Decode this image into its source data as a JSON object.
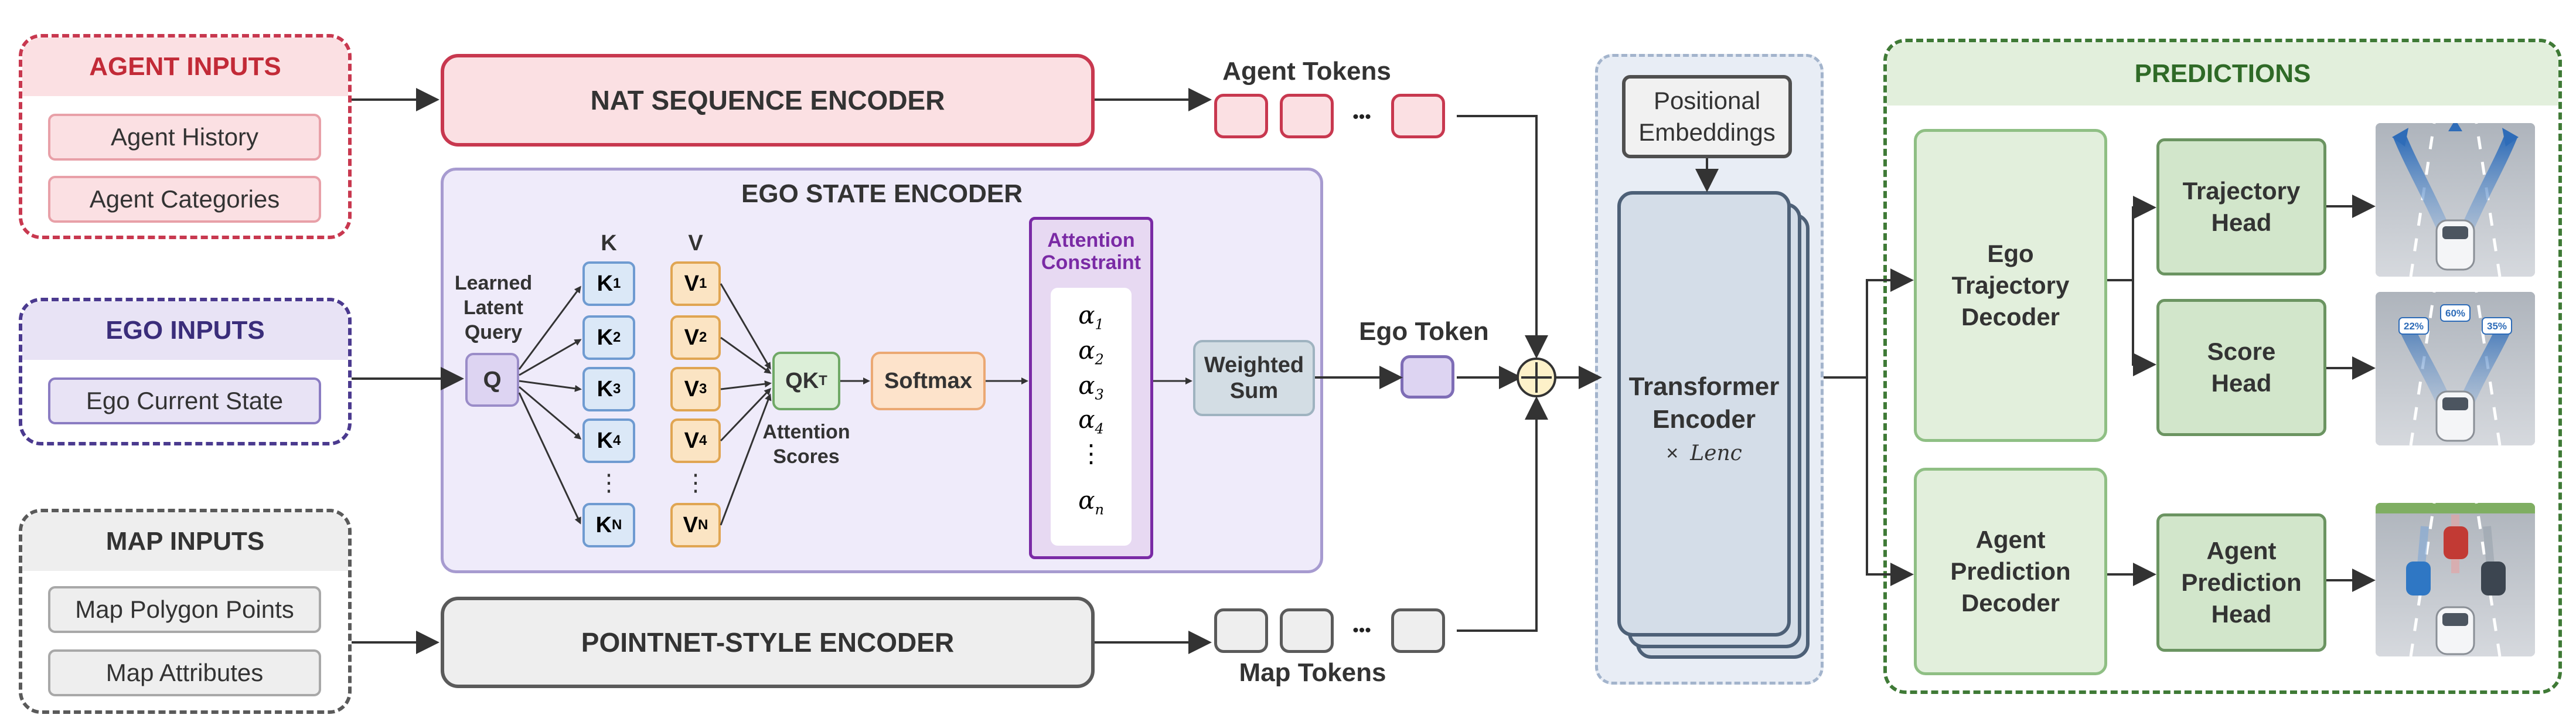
{
  "agent_inputs": {
    "title": "AGENT INPUTS",
    "items": [
      "Agent History",
      "Agent Categories"
    ]
  },
  "ego_inputs": {
    "title": "EGO INPUTS",
    "items": [
      "Ego Current State"
    ]
  },
  "map_inputs": {
    "title": "MAP INPUTS",
    "items": [
      "Map Polygon Points",
      "Map Attributes"
    ]
  },
  "nat_encoder": {
    "label": "NAT SEQUENCE ENCODER"
  },
  "pointnet_encoder": {
    "label": "POINTNET-STYLE ENCODER"
  },
  "ego_state_encoder": {
    "title": "EGO STATE ENCODER",
    "query_label": [
      "Learned",
      "Latent",
      "Query"
    ],
    "query": "Q",
    "k_header": "K",
    "v_header": "V",
    "keys": [
      "K",
      "K",
      "K",
      "K",
      "K"
    ],
    "key_subs": [
      "1",
      "2",
      "3",
      "4",
      "N"
    ],
    "values": [
      "V",
      "V",
      "V",
      "V",
      "V"
    ],
    "value_subs": [
      "1",
      "2",
      "3",
      "4",
      "N"
    ],
    "ellipsis": "⋮",
    "qk": "QK",
    "qk_sup": "T",
    "attention_scores": [
      "Attention",
      "Scores"
    ],
    "softmax": "Softmax",
    "constraint_title": [
      "Attention",
      "Constraint"
    ],
    "alphas": [
      "α",
      "α",
      "α",
      "α",
      "α"
    ],
    "alpha_subs": [
      "1",
      "2",
      "3",
      "4",
      "n"
    ],
    "weighted_sum": [
      "Weighted",
      "Sum"
    ]
  },
  "tokens": {
    "agent_tokens": "Agent Tokens",
    "ego_token": "Ego Token",
    "map_tokens": "Map Tokens",
    "dots": "•••"
  },
  "positional_embeddings": [
    "Positional",
    "Embeddings"
  ],
  "transformer": {
    "label": [
      "Transformer",
      "Encoder"
    ],
    "times": "×",
    "layers": "Lenc"
  },
  "predictions": {
    "title": "PREDICTIONS",
    "ego_decoder": [
      "Ego",
      "Trajectory",
      "Decoder"
    ],
    "agent_decoder": [
      "Agent",
      "Prediction",
      "Decoder"
    ],
    "trajectory_head": [
      "Trajectory",
      "Head"
    ],
    "score_head": [
      "Score",
      "Head"
    ],
    "agent_head": [
      "Agent",
      "Prediction",
      "Head"
    ],
    "score_labels": [
      "22%",
      "60%",
      "35%"
    ]
  },
  "colors": {
    "agent": "#c8384f",
    "ego": "#4b3a8f",
    "map": "#5a5a5a",
    "prediction": "#3f7a36",
    "encoder_fill": "#efebfa",
    "encoder_border": "#a79bd0",
    "constraint": "#7a2aa5",
    "transformer_fill": "#d4dde8",
    "transformer_border": "#4d6077"
  }
}
